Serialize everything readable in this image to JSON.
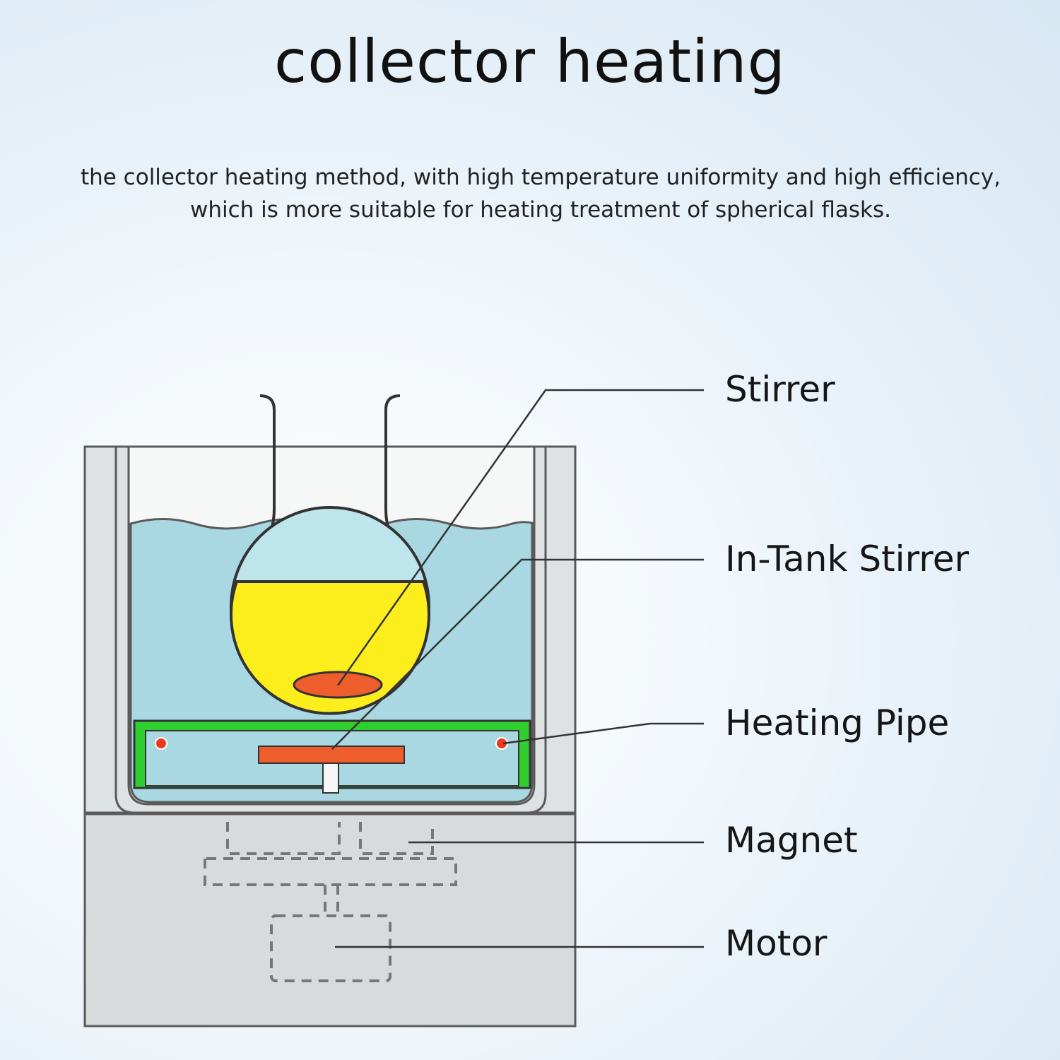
{
  "title": "collector heating",
  "subtitle": "the collector heating method, with high temperature uniformity and high efficiency, which is more suitable for heating treatment of spherical flasks.",
  "labels": {
    "stirrer": "Stirrer",
    "in_tank_stirrer": "In-Tank Stirrer",
    "heating_pipe": "Heating Pipe",
    "magnet": "Magnet",
    "motor": "Motor"
  },
  "colors": {
    "water": "#a9d8e2",
    "liquid": "#fbee1c",
    "heater_frame": "#2fcf2f",
    "stir_bar": "#ee5e2d",
    "housing": "#d7dada",
    "pipe_dot": "#e83a1e"
  }
}
